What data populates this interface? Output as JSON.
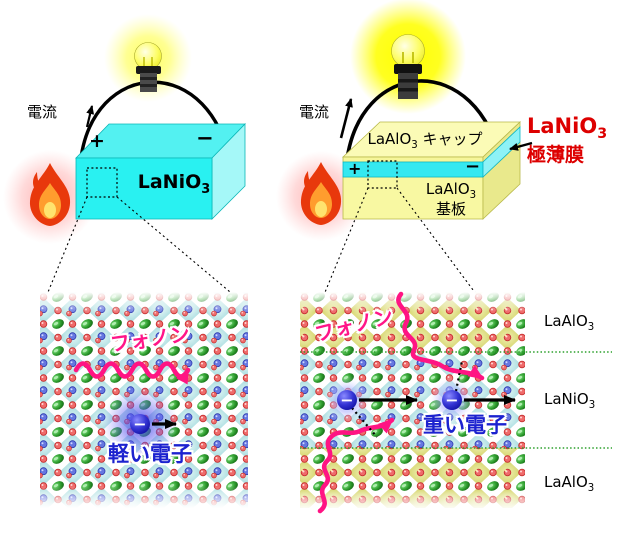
{
  "figure": {
    "left_device": {
      "current_label": "電流",
      "plus": "+",
      "minus": "−",
      "box_formula": {
        "main": "LaNiO",
        "sub": "3"
      }
    },
    "right_device": {
      "current_label": "電流",
      "plus": "+",
      "minus": "−",
      "cap_label": {
        "main": "LaAlO",
        "sub": "3",
        "suffix": " キャップ"
      },
      "substrate_label": {
        "main": "LaAlO",
        "sub": "3",
        "line2": "基板"
      },
      "film_label": {
        "main": "LaNiO",
        "sub": "3",
        "line2": "極薄膜"
      }
    },
    "left_lattice": {
      "phonon_label": "フォノン",
      "electron_label": "軽い電子",
      "electron_symbol": "−"
    },
    "right_lattice": {
      "phonon_label": "フォノン",
      "electron_label": "重い電子",
      "electron_symbol": "−",
      "layer_labels": [
        {
          "main": "LaAlO",
          "sub": "3"
        },
        {
          "main": "LaNiO",
          "sub": "3"
        },
        {
          "main": "LaAlO",
          "sub": "3"
        }
      ]
    },
    "colors": {
      "cyan_box": "#2af0f0",
      "yellow_box": "#f8f8a2",
      "thin_film_cyan": "#35e8f0",
      "phonon_pink": "#ff1483",
      "electron_text_blue": "#1c22cf",
      "film_label_red": "#dd0000",
      "lattice_teal": "#a4dadd",
      "lattice_olive": "#d3d36a",
      "atom_green": "#2f9e2f",
      "atom_red": "#ef6b6b",
      "atom_blue": "#5566dd",
      "interface_dotted_green": "#2ca02c"
    }
  }
}
